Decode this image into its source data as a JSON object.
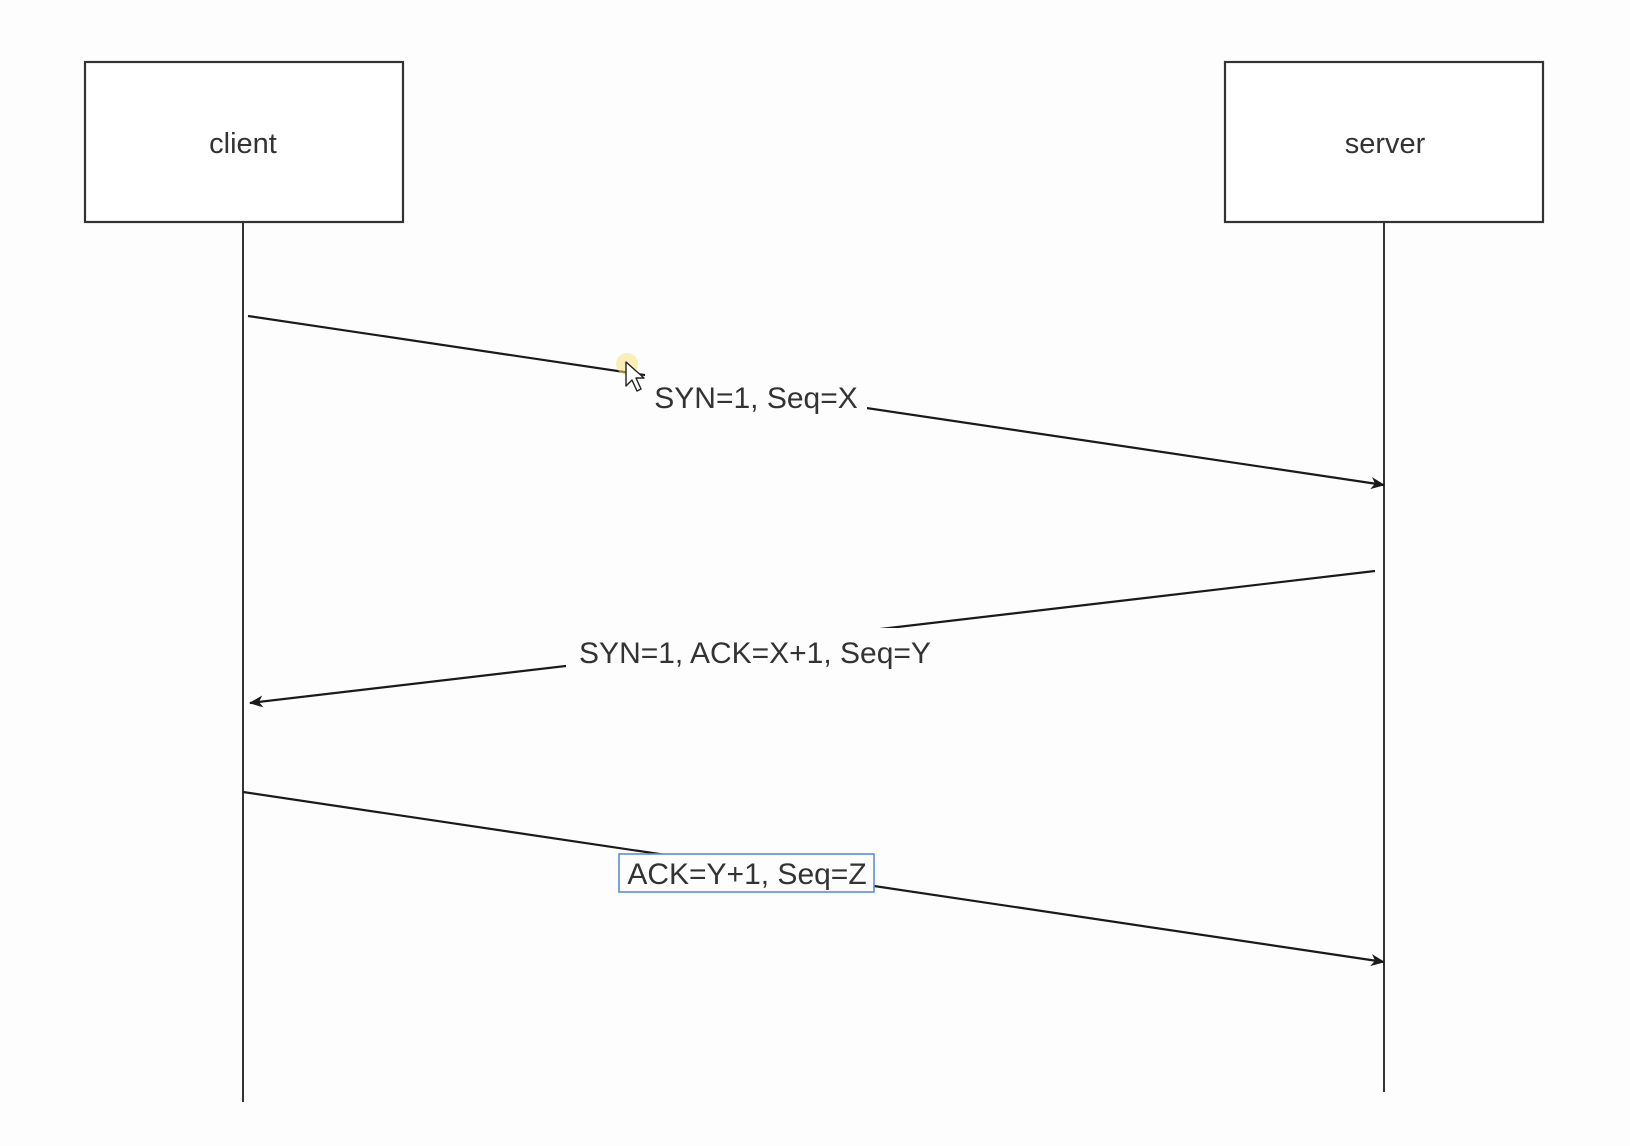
{
  "diagram": {
    "participants": [
      {
        "id": "client",
        "label": "client"
      },
      {
        "id": "server",
        "label": "server"
      }
    ],
    "messages": [
      {
        "from": "client",
        "to": "server",
        "label": "SYN=1, Seq=X"
      },
      {
        "from": "server",
        "to": "client",
        "label": "SYN=1, ACK=X+1, Seq=Y"
      },
      {
        "from": "client",
        "to": "server",
        "label": "ACK=Y+1, Seq=Z",
        "selected": true
      }
    ]
  },
  "colors": {
    "line": "#1a1a1a",
    "text": "#333333",
    "selection": "#5b8fd6",
    "cursor_highlight": "#f5e27a"
  },
  "icons": {
    "cursor": "mouse-pointer-icon"
  }
}
